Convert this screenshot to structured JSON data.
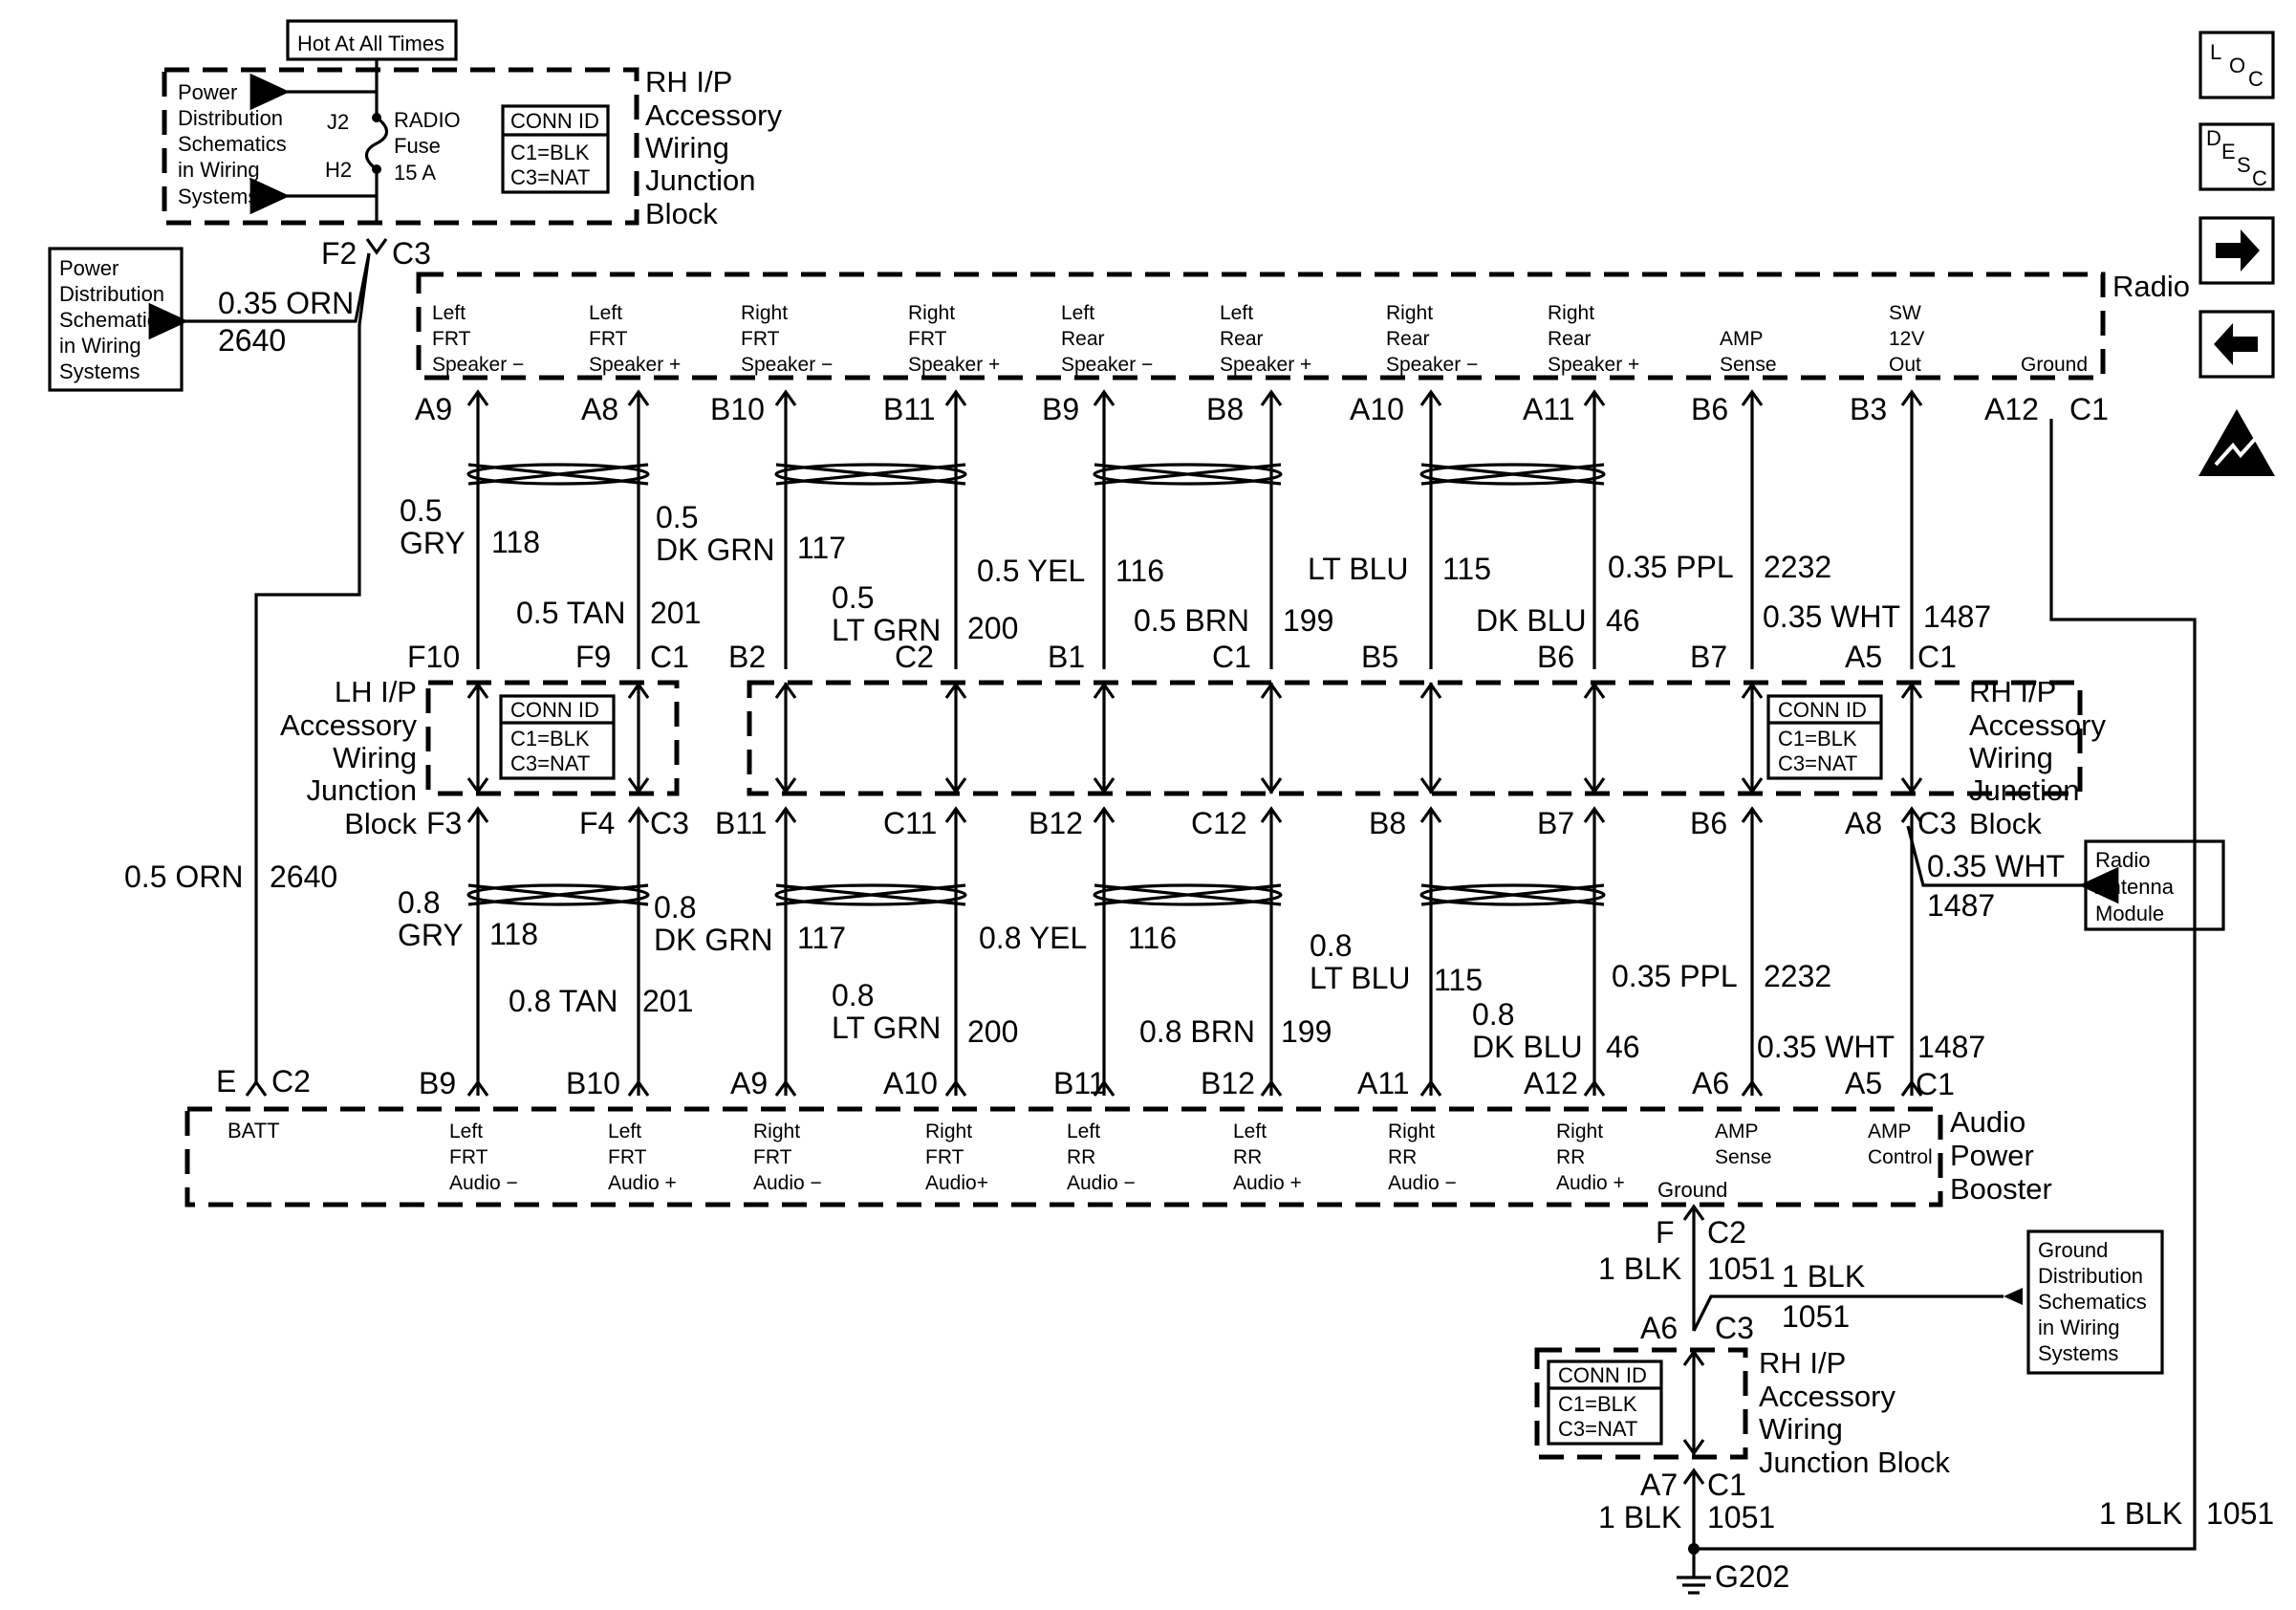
{
  "top_junction": {
    "hot_label": "Hot At All Times",
    "power_dist": [
      "Power",
      "Distribution",
      "Schematics",
      "in Wiring",
      "Systems"
    ],
    "pin_j2": "J2",
    "pin_h2": "H2",
    "fuse": [
      "RADIO",
      "Fuse",
      "15 A"
    ],
    "conn_id": {
      "title": "CONN ID",
      "line1": "C1=BLK",
      "line2": "C3=NAT"
    },
    "name": [
      "RH I/P",
      "Accessory",
      "Wiring",
      "Junction",
      "Block"
    ],
    "pin_f2": "F2",
    "pin_c3": "C3"
  },
  "left_power_box": {
    "lines": [
      "Power",
      "Distribution",
      "Schematics",
      "in Wiring",
      "Systems"
    ],
    "wire_size": "0.35 ORN",
    "wire_circuit": "2640"
  },
  "radio": {
    "label": "Radio",
    "connector": "C1",
    "pins": [
      {
        "name": [
          "Left",
          "FRT",
          "Speaker −"
        ],
        "pin": "A9"
      },
      {
        "name": [
          "Left",
          "FRT",
          "Speaker +"
        ],
        "pin": "A8"
      },
      {
        "name": [
          "Right",
          "FRT",
          "Speaker −"
        ],
        "pin": "B10"
      },
      {
        "name": [
          "Right",
          "FRT",
          "Speaker +"
        ],
        "pin": "B11"
      },
      {
        "name": [
          "Left",
          "Rear",
          "Speaker −"
        ],
        "pin": "B9"
      },
      {
        "name": [
          "Left",
          "Rear",
          "Speaker +"
        ],
        "pin": "B8"
      },
      {
        "name": [
          "Right",
          "Rear",
          "Speaker −"
        ],
        "pin": "A10"
      },
      {
        "name": [
          "Right",
          "Rear",
          "Speaker +"
        ],
        "pin": "A11"
      },
      {
        "name": [
          "AMP",
          "Sense"
        ],
        "pin": "B6"
      },
      {
        "name": [
          "SW",
          "12V",
          "Out"
        ],
        "pin": "B3"
      },
      {
        "name": [
          "Ground"
        ],
        "pin": "A12"
      }
    ]
  },
  "upper_wires": [
    {
      "size": [
        "0.5",
        "GRY"
      ],
      "circuit": "118"
    },
    {
      "size": [
        "0.5 TAN"
      ],
      "circuit": "201"
    },
    {
      "size": [
        "0.5",
        "DK GRN"
      ],
      "circuit": "117"
    },
    {
      "size": [
        "0.5",
        "LT GRN"
      ],
      "circuit": "200"
    },
    {
      "size": [
        "0.5 YEL"
      ],
      "circuit": "116"
    },
    {
      "size": [
        "0.5 BRN"
      ],
      "circuit": "199"
    },
    {
      "size": [
        "LT BLU"
      ],
      "circuit": "115"
    },
    {
      "size": [
        "DK BLU"
      ],
      "circuit": "46"
    },
    {
      "size": [
        "0.35 PPL"
      ],
      "circuit": "2232"
    },
    {
      "size": [
        "0.35 WHT"
      ],
      "circuit": "1487"
    }
  ],
  "mid_junction": {
    "lh_name": [
      "LH I/P",
      "Accessory",
      "Wiring",
      "Junction",
      "Block"
    ],
    "rh_name": [
      "RH I/P",
      "Accessory",
      "Wiring",
      "Junction",
      "Block"
    ],
    "conn_id": {
      "title": "CONN ID",
      "line1": "C1=BLK",
      "line2": "C3=NAT"
    },
    "top_pins": [
      "F10",
      "F9",
      "C1",
      "B2",
      "C2",
      "B1",
      "C1",
      "B5",
      "B6",
      "B7",
      "A5",
      "C1"
    ],
    "bottom_pins": [
      "F3",
      "F4",
      "C3",
      "B11",
      "C11",
      "B12",
      "C12",
      "B8",
      "B7",
      "B6",
      "A8",
      "C3"
    ]
  },
  "lower_wires": [
    {
      "size": [
        "0.8",
        "GRY"
      ],
      "circuit": "118"
    },
    {
      "size": [
        "0.8 TAN"
      ],
      "circuit": "201"
    },
    {
      "size": [
        "0.8",
        "DK GRN"
      ],
      "circuit": "117"
    },
    {
      "size": [
        "0.8",
        "LT GRN"
      ],
      "circuit": "200"
    },
    {
      "size": [
        "0.8 YEL"
      ],
      "circuit": "116"
    },
    {
      "size": [
        "0.8 BRN"
      ],
      "circuit": "199"
    },
    {
      "size": [
        "0.8",
        "LT BLU"
      ],
      "circuit": "115"
    },
    {
      "size": [
        "0.8",
        "DK BLU"
      ],
      "circuit": "46"
    },
    {
      "size": [
        "0.35 PPL"
      ],
      "circuit": "2232"
    },
    {
      "size": [
        "0.35 WHT"
      ],
      "circuit": "1487"
    }
  ],
  "batt_wire": {
    "size": "0.5 ORN",
    "circuit": "2640"
  },
  "antenna": {
    "box": [
      "Radio",
      "Antenna",
      "Module"
    ],
    "size": "0.35 WHT",
    "circuit": "1487"
  },
  "amp": {
    "name": [
      "Audio",
      "Power",
      "Booster"
    ],
    "connector": "C1",
    "batt_pin": "E",
    "batt_conn": "C2",
    "batt_label": "BATT",
    "pins": [
      {
        "name": [
          "Left",
          "FRT",
          "Audio −"
        ],
        "pin": "B9"
      },
      {
        "name": [
          "Left",
          "FRT",
          "Audio +"
        ],
        "pin": "B10"
      },
      {
        "name": [
          "Right",
          "FRT",
          "Audio −"
        ],
        "pin": "A9"
      },
      {
        "name": [
          "Right",
          "FRT",
          "Audio+"
        ],
        "pin": "A10"
      },
      {
        "name": [
          "Left",
          "RR",
          "Audio −"
        ],
        "pin": "B11"
      },
      {
        "name": [
          "Left",
          "RR",
          "Audio +"
        ],
        "pin": "B12"
      },
      {
        "name": [
          "Right",
          "RR",
          "Audio −"
        ],
        "pin": "A11"
      },
      {
        "name": [
          "Right",
          "RR",
          "Audio +"
        ],
        "pin": "A12"
      },
      {
        "name": [
          "AMP",
          "Sense"
        ],
        "pin": "A6"
      },
      {
        "name": [
          "AMP",
          "Control"
        ],
        "pin": "A5"
      }
    ],
    "ground_label": "Ground"
  },
  "ground": {
    "pin_f": "F",
    "conn_c2": "C2",
    "wire1_size": "1 BLK",
    "wire1_circuit": "1051",
    "side_size": "1 BLK",
    "side_circuit": "1051",
    "dist_box": [
      "Ground",
      "Distribution",
      "Schematics",
      "in Wiring",
      "Systems"
    ],
    "pin_a6": "A6",
    "conn_c3": "C3",
    "junction_name": [
      "RH I/P",
      "Accessory",
      "Wiring",
      "Junction Block"
    ],
    "conn_id": {
      "title": "CONN ID",
      "line1": "C1=BLK",
      "line2": "C3=NAT"
    },
    "pin_a7": "A7",
    "conn_c1": "C1",
    "wire2_size": "1 BLK",
    "wire2_circuit": "1051",
    "ground_point": "G202",
    "right_size": "1 BLK",
    "right_circuit": "1051"
  },
  "nav_icons": [
    {
      "name": "loc-icon",
      "glyph": [
        "L",
        "O",
        "C"
      ]
    },
    {
      "name": "desc-icon",
      "glyph": [
        "D",
        "E",
        "S",
        "C"
      ]
    },
    {
      "name": "next-arrow-icon"
    },
    {
      "name": "prev-arrow-icon"
    },
    {
      "name": "esd-warning-icon"
    }
  ]
}
